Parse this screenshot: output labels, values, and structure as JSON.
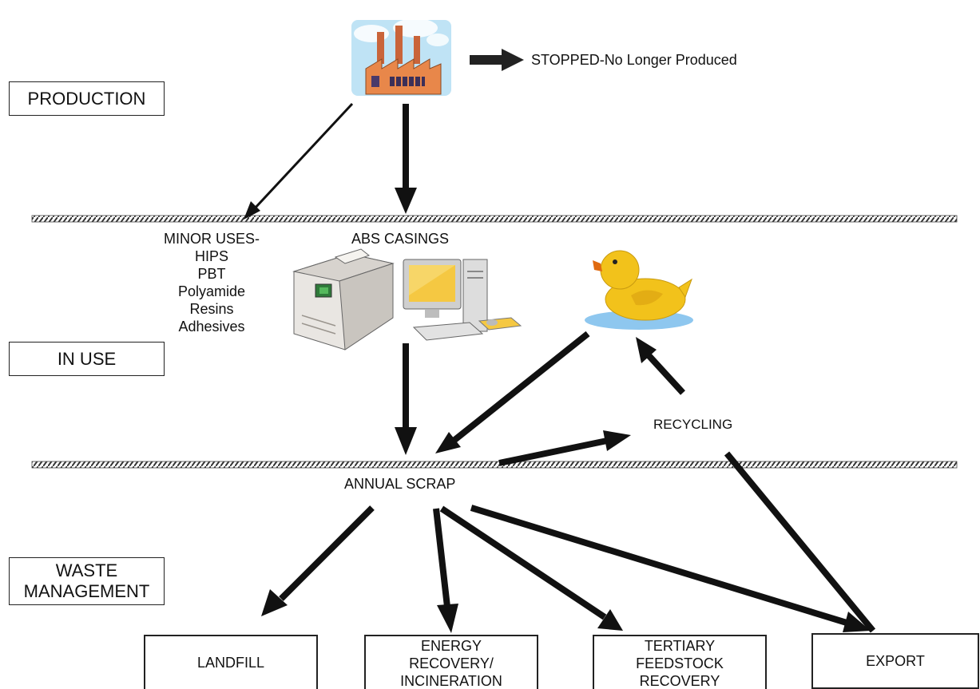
{
  "stages": {
    "production": "PRODUCTION",
    "in_use": "IN USE",
    "waste_management": "WASTE\nMANAGEMENT"
  },
  "labels": {
    "stopped": "STOPPED-No Longer Produced",
    "minor_uses": "MINOR USES-\nHIPS\nPBT\nPolyamide\nResins\nAdhesives",
    "abs_casings": "ABS CASINGS",
    "recycling": "RECYCLING",
    "annual_scrap": "ANNUAL SCRAP"
  },
  "destinations": {
    "landfill": "LANDFILL",
    "energy_recovery": "ENERGY\nRECOVERY/\nINCINERATION",
    "tertiary": "TERTIARY\nFEEDSTOCK\nRECOVERY",
    "export": "EXPORT"
  },
  "icons": {
    "factory": "factory-icon",
    "printer": "printer-icon",
    "computer": "computer-icon",
    "duck": "rubber-duck-icon"
  },
  "colors": {
    "line": "#111111",
    "factory_wall": "#e8874a",
    "sky": "#bfe3f5",
    "duck": "#f2c21b",
    "water": "#8ec7ef",
    "screen": "#f5c842"
  }
}
